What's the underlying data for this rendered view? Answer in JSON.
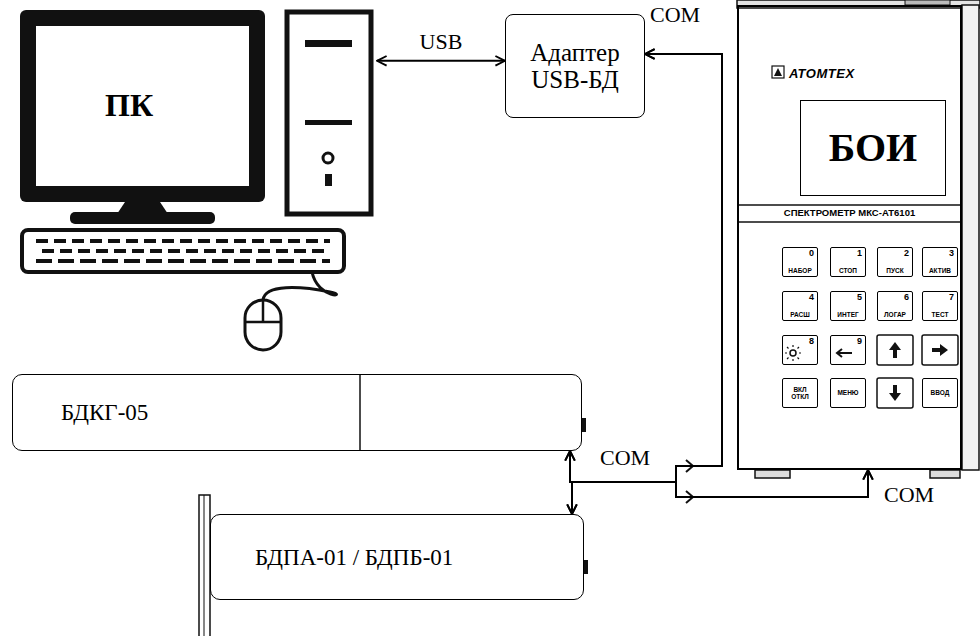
{
  "diagram": {
    "nodes": [
      {
        "text": [
          "ПК"
        ]
      },
      {
        "text": [
          "Адаптер USB-БД"
        ]
      },
      {
        "text": [
          "АТОМТЕХ",
          "СПЕКТРОМЕТР МКС-АТ6101"
        ]
      },
      {
        "text": [
          "БОИ"
        ],
        "in": 2
      },
      {
        "text": [
          "0",
          "НАБОР"
        ],
        "in": 2
      },
      {
        "text": [
          "1",
          "СТОП"
        ],
        "in": 2
      },
      {
        "text": [
          "2",
          "ПУСК"
        ],
        "in": 2
      },
      {
        "text": [
          "3",
          "АКТИВ"
        ],
        "in": 2
      },
      {
        "text": [
          "4",
          "РАСШ"
        ],
        "in": 2
      },
      {
        "text": [
          "5",
          "ИНТЕГ"
        ],
        "in": 2
      },
      {
        "text": [
          "6",
          "ЛОГАР"
        ],
        "in": 2
      },
      {
        "text": [
          "7",
          "ТЕСТ"
        ],
        "in": 2
      },
      {
        "text": [
          "8"
        ],
        "in": 2
      },
      {
        "text": [
          "9"
        ],
        "in": 2
      },
      {
        "text": [
          "ВКЛ ОТКЛ"
        ],
        "in": 2
      },
      {
        "text": [
          "МЕНЮ"
        ],
        "in": 2
      },
      {
        "text": [
          "ВВОД"
        ],
        "in": 2
      },
      {
        "text": [
          "БДКГ-05"
        ]
      },
      {
        "text": [
          "БДПА-01 / БДПБ-01"
        ]
      }
    ],
    "edges": [
      {
        "from": 0,
        "to": 1,
        "arrow": "both",
        "label": "USB"
      },
      {
        "from": 17,
        "to": 1,
        "arrow": "both"
      },
      {
        "from": 18,
        "to": 1,
        "arrow": "both"
      },
      {
        "from": 17,
        "to": 2,
        "arrow": "both"
      },
      {
        "from": 18,
        "to": 2,
        "arrow": "both"
      }
    ],
    "labels": [
      "COM",
      "COM",
      "COM"
    ]
  }
}
